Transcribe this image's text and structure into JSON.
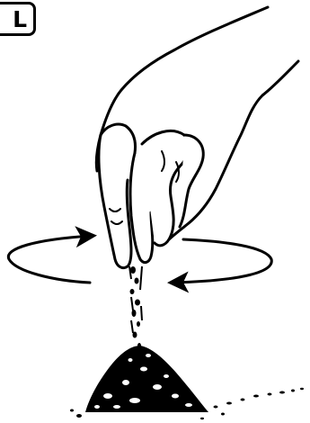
{
  "step": {
    "label": "L"
  },
  "illustration": {
    "ink_color": "#000000",
    "paper_color": "#ffffff",
    "depicts": "hand-pinching-and-scattering-granules",
    "rotation_direction": "circular-sweep"
  }
}
